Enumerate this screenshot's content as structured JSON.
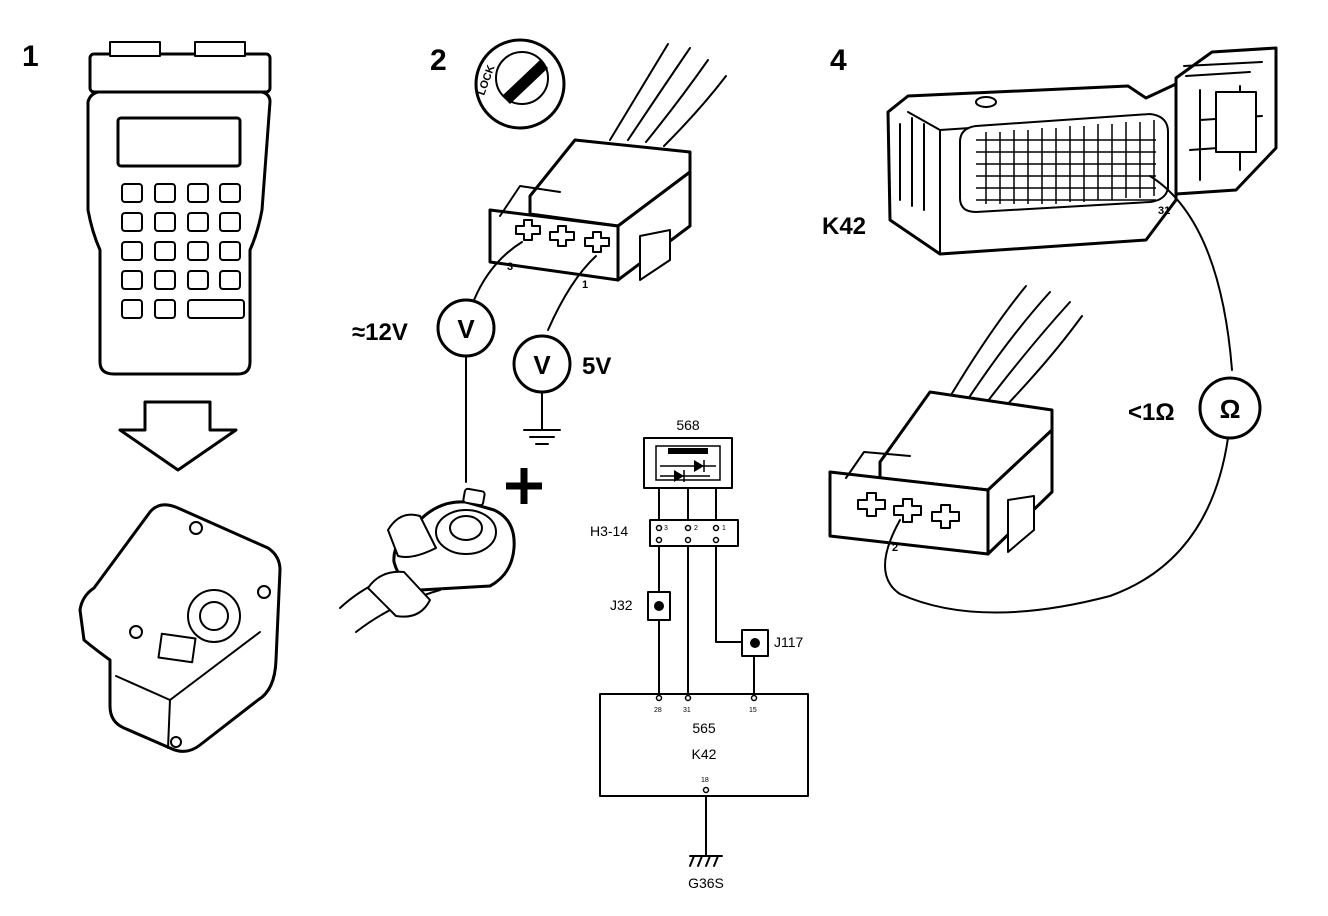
{
  "steps": {
    "step1": "1",
    "step2": "2",
    "step4": "4"
  },
  "step2": {
    "lock_label": "LOCK",
    "pin_a": "3",
    "pin_b": "1",
    "voltage_a": "≈12V",
    "voltage_b": "5V",
    "meter_symbol": "V",
    "polarity": "+"
  },
  "step4": {
    "ecu_label": "K42",
    "ecu_pin": "31",
    "resistance": "<1Ω",
    "ohm_symbol": "Ω",
    "connector_pin": "2"
  },
  "schematic": {
    "relay": "568",
    "connector": "H3-14",
    "connector_pins": [
      "3",
      "2",
      "1"
    ],
    "junction_a": "J32",
    "junction_b": "J117",
    "module_id": "565",
    "module_name": "K42",
    "module_pins": [
      "28",
      "31",
      "15"
    ],
    "ground_pin": "18",
    "ground": "G36S"
  },
  "colors": {
    "line": "#000000",
    "background": "#ffffff"
  }
}
